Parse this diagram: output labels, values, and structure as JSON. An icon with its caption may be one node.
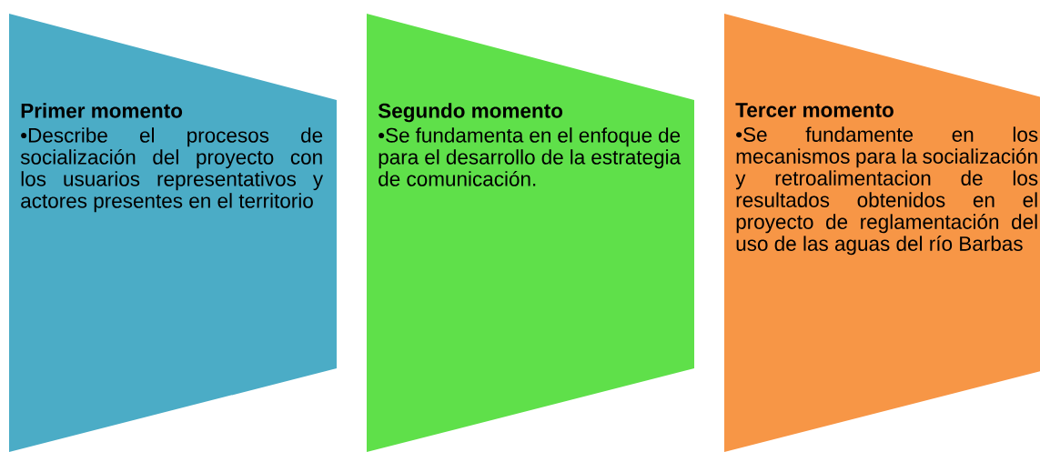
{
  "diagram": {
    "nodes": [
      {
        "text": [
          "Primer momento",
          "•Describe el procesos de socialización del proyecto con los usuarios representativos y actores presentes en el territorio"
        ]
      },
      {
        "text": [
          "Segundo momento",
          "•Se fundamenta en el enfoque de para el desarrollo de la estrategia de comunicación."
        ]
      },
      {
        "text": [
          "Tercer momento",
          "•Se fundamente en los mecanismos para la socialización y retroalimentacion de los resultados obtenidos en el proyecto de reglamentación del uso de las aguas del río Barbas"
        ]
      }
    ]
  }
}
